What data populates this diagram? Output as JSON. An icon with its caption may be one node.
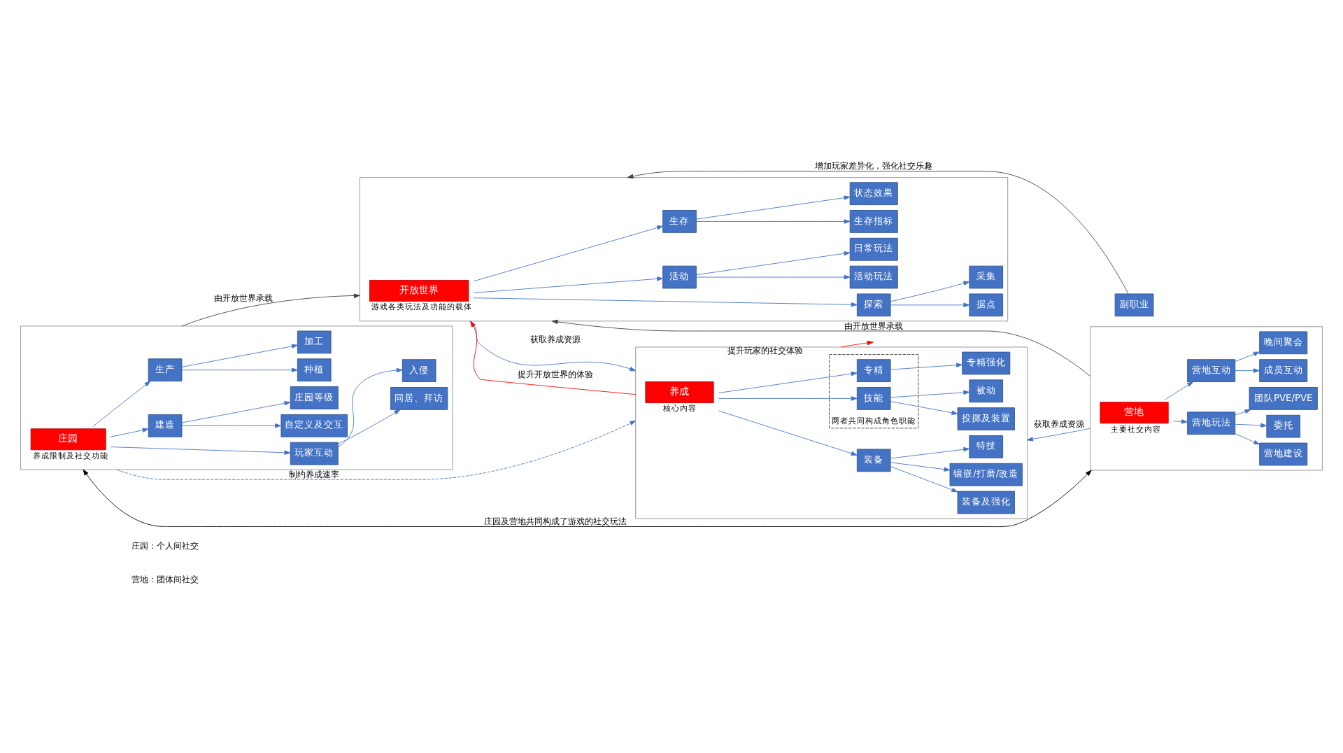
{
  "diagram": {
    "nodes": [
      {
        "text": [],
        "shape": "box"
      },
      {
        "text": [
          "开放世界"
        ],
        "in": 0,
        "beside": [
          "游戏各类玩法及功能的载体"
        ]
      },
      {
        "text": [
          "探索"
        ],
        "in": 0
      },
      {
        "text": [
          "据点"
        ],
        "in": 0
      },
      {
        "text": [
          "采集"
        ],
        "in": 0
      },
      {
        "text": [
          "活动"
        ],
        "in": 0
      },
      {
        "text": [
          "活动玩法"
        ],
        "in": 0
      },
      {
        "text": [
          "日常玩法"
        ],
        "in": 0
      },
      {
        "text": [
          "生存"
        ],
        "in": 0
      },
      {
        "text": [
          "生存指标"
        ],
        "in": 0
      },
      {
        "text": [
          "状态效果"
        ],
        "in": 0
      },
      {
        "text": [
          "副职业"
        ]
      },
      {
        "text": [],
        "shape": "box"
      },
      {
        "text": [
          "养成"
        ],
        "in": 12,
        "beside": [
          "核心内容"
        ]
      },
      {
        "text": [
          "装备"
        ],
        "in": 12
      },
      {
        "text": [
          "装备及强化"
        ],
        "in": 12
      },
      {
        "text": [
          "镶嵌/打磨/改造"
        ],
        "in": 12
      },
      {
        "text": [
          "特技"
        ],
        "in": 12
      },
      {
        "text": [
          "两者共同构成角色职能"
        ],
        "in": 12
      },
      {
        "text": [
          "技能"
        ],
        "in": 18
      },
      {
        "text": [
          "投掷及装置"
        ],
        "in": 12
      },
      {
        "text": [
          "被动"
        ],
        "in": 12
      },
      {
        "text": [
          "专精"
        ],
        "in": 18
      },
      {
        "text": [
          "专精强化"
        ],
        "in": 12
      },
      {
        "text": [],
        "shape": "box"
      },
      {
        "text": [
          "庄园"
        ],
        "in": 24,
        "beside": [
          "养成限制及社交功能"
        ]
      },
      {
        "text": [
          "建造"
        ],
        "in": 24
      },
      {
        "text": [
          "庄园等级"
        ],
        "in": 24
      },
      {
        "text": [
          "自定义及交互"
        ],
        "in": 24
      },
      {
        "text": [
          "生产"
        ],
        "in": 24
      },
      {
        "text": [
          "加工"
        ],
        "in": 24
      },
      {
        "text": [
          "种植"
        ],
        "in": 24
      },
      {
        "text": [
          "玩家互动"
        ],
        "in": 24
      },
      {
        "text": [
          "同居、拜访"
        ],
        "in": 24
      },
      {
        "text": [
          "入侵"
        ],
        "in": 24
      },
      {
        "text": [],
        "shape": "box"
      },
      {
        "text": [
          "营地"
        ],
        "in": 35,
        "beside": [
          "主要社交内容"
        ]
      },
      {
        "text": [
          "营地玩法"
        ],
        "in": 35
      },
      {
        "text": [
          "营地建设"
        ],
        "in": 35
      },
      {
        "text": [
          "委托"
        ],
        "in": 35
      },
      {
        "text": [
          "团队PVE/PVE"
        ],
        "in": 35
      },
      {
        "text": [
          "营地互动"
        ],
        "in": 35
      },
      {
        "text": [
          "成员互动"
        ],
        "in": 35
      },
      {
        "text": [
          "晚间聚会"
        ],
        "in": 35
      }
    ],
    "edges": [
      {
        "from": 1,
        "to": 2,
        "arrow": "to"
      },
      {
        "from": 1,
        "to": 5,
        "arrow": "to"
      },
      {
        "from": 1,
        "to": 8,
        "arrow": "to"
      },
      {
        "from": 2,
        "to": 3,
        "arrow": "to"
      },
      {
        "from": 2,
        "to": 4,
        "arrow": "to"
      },
      {
        "from": 5,
        "to": 6,
        "arrow": "to"
      },
      {
        "from": 5,
        "to": 7,
        "arrow": "to"
      },
      {
        "from": 8,
        "to": 9,
        "arrow": "to"
      },
      {
        "from": 8,
        "to": 10,
        "arrow": "to"
      },
      {
        "from": 11,
        "to": 0,
        "arrow": "to",
        "label": "增加玩家差异化，强化社交乐趣",
        "color": "#404040"
      },
      {
        "from": 0,
        "to": 12,
        "arrow": "to",
        "label": "获取养成资源"
      },
      {
        "from": 12,
        "to": 0,
        "arrow": "to",
        "label": "提升开放世界的体验",
        "color": "#ff0000"
      },
      {
        "from": 13,
        "to": 14,
        "arrow": "to"
      },
      {
        "from": 13,
        "to": 19,
        "arrow": "to"
      },
      {
        "from": 13,
        "to": 22,
        "arrow": "to"
      },
      {
        "from": 14,
        "to": 15,
        "arrow": "to"
      },
      {
        "from": 14,
        "to": 16,
        "arrow": "to"
      },
      {
        "from": 14,
        "to": 17,
        "arrow": "to"
      },
      {
        "from": 19,
        "to": 20,
        "arrow": "to"
      },
      {
        "from": 19,
        "to": 21,
        "arrow": "to"
      },
      {
        "from": 22,
        "to": 23,
        "arrow": "to"
      },
      {
        "from": 12,
        "to": null,
        "arrow": "to",
        "label": "提升玩家的社交体验",
        "color": "#ff0000"
      },
      {
        "from": 24,
        "to": 0,
        "arrow": "to",
        "label": "由开放世界承载",
        "color": "#404040"
      },
      {
        "from": 24,
        "to": 12,
        "arrow": "to",
        "label": "制约养成速率",
        "style": "dashed"
      },
      {
        "from": 35,
        "to": 0,
        "arrow": "to",
        "label": "由开放世界承载",
        "color": "#404040"
      },
      {
        "from": 35,
        "to": 12,
        "arrow": "to",
        "label": "获取养成资源"
      },
      {
        "from": 24,
        "to": 35,
        "arrow": "both",
        "label": "庄园及营地共同构成了游戏的社交玩法",
        "color": "#000000"
      },
      {
        "from": 25,
        "to": 26,
        "arrow": "to"
      },
      {
        "from": 25,
        "to": 29,
        "arrow": "to"
      },
      {
        "from": 25,
        "to": 32,
        "arrow": "to"
      },
      {
        "from": 26,
        "to": 27,
        "arrow": "to"
      },
      {
        "from": 26,
        "to": 28,
        "arrow": "to"
      },
      {
        "from": 29,
        "to": 30,
        "arrow": "to"
      },
      {
        "from": 29,
        "to": 31,
        "arrow": "to"
      },
      {
        "from": 32,
        "to": 33,
        "arrow": "to"
      },
      {
        "from": 32,
        "to": 34,
        "arrow": "to"
      },
      {
        "from": 36,
        "to": 37,
        "arrow": "to"
      },
      {
        "from": 36,
        "to": 41,
        "arrow": "to"
      },
      {
        "from": 37,
        "to": 38,
        "arrow": "to"
      },
      {
        "from": 37,
        "to": 39,
        "arrow": "to"
      },
      {
        "from": 37,
        "to": 40,
        "arrow": "to"
      },
      {
        "from": 41,
        "to": 42,
        "arrow": "to"
      },
      {
        "from": 41,
        "to": 43,
        "arrow": "to"
      }
    ],
    "labels": [
      "庄园：个人间社交",
      "营地：团体间社交"
    ]
  }
}
